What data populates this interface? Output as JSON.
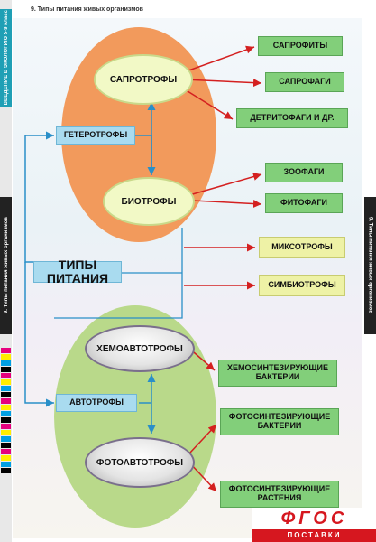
{
  "header": {
    "title": "9. Типы питания живых организмов"
  },
  "side_tabs": {
    "top_left": "ВВЕДЕНИЕ В ЭКОЛОГИЮ 5-9 класс",
    "mid_left": "9. Типы питания живых организмов",
    "mid_right": "9. Типы питания живых организмов"
  },
  "diagram": {
    "root": "ТИПЫ ПИТАНИЯ",
    "heterotrophs": {
      "label": "ГЕТЕРОТРОФЫ",
      "saprotrophs": {
        "label": "САПРОТРОФЫ",
        "children": [
          "САПРОФИТЫ",
          "САПРОФАГИ",
          "ДЕТРИТОФАГИ  И ДР."
        ]
      },
      "biotrophs": {
        "label": "БИОТРОФЫ",
        "children": [
          "ЗООФАГИ",
          "ФИТОФАГИ"
        ]
      }
    },
    "mixed": [
      "МИКСОТРОФЫ",
      "СИМБИОТРОФЫ"
    ],
    "autotrophs": {
      "label": "АВТОТРОФЫ",
      "chemo": {
        "label": "ХЕМОАВТОТРОФЫ",
        "children": [
          "ХЕМОСИНТЕЗИРУЮЩИЕ БАКТЕРИИ"
        ]
      },
      "photo": {
        "label": "ФОТОАВТОТРОФЫ",
        "children": [
          "ФОТОСИНТЕЗИРУЮЩИЕ БАКТЕРИИ",
          "ФОТОСИНТЕЗИРУЮЩИЕ РАСТЕНИЯ"
        ]
      }
    }
  },
  "logo": {
    "main": "ФГОС",
    "sub": "ПОСТАВКИ"
  },
  "colors": {
    "hetero_oval": "#f29a5c",
    "auto_oval": "#b9d98a",
    "arrow_red": "#d42020",
    "arrow_blue": "#2a8fc8",
    "box_green": "#82cf7a",
    "box_yellow": "#eef2a6",
    "box_blue": "#a9dbef"
  }
}
